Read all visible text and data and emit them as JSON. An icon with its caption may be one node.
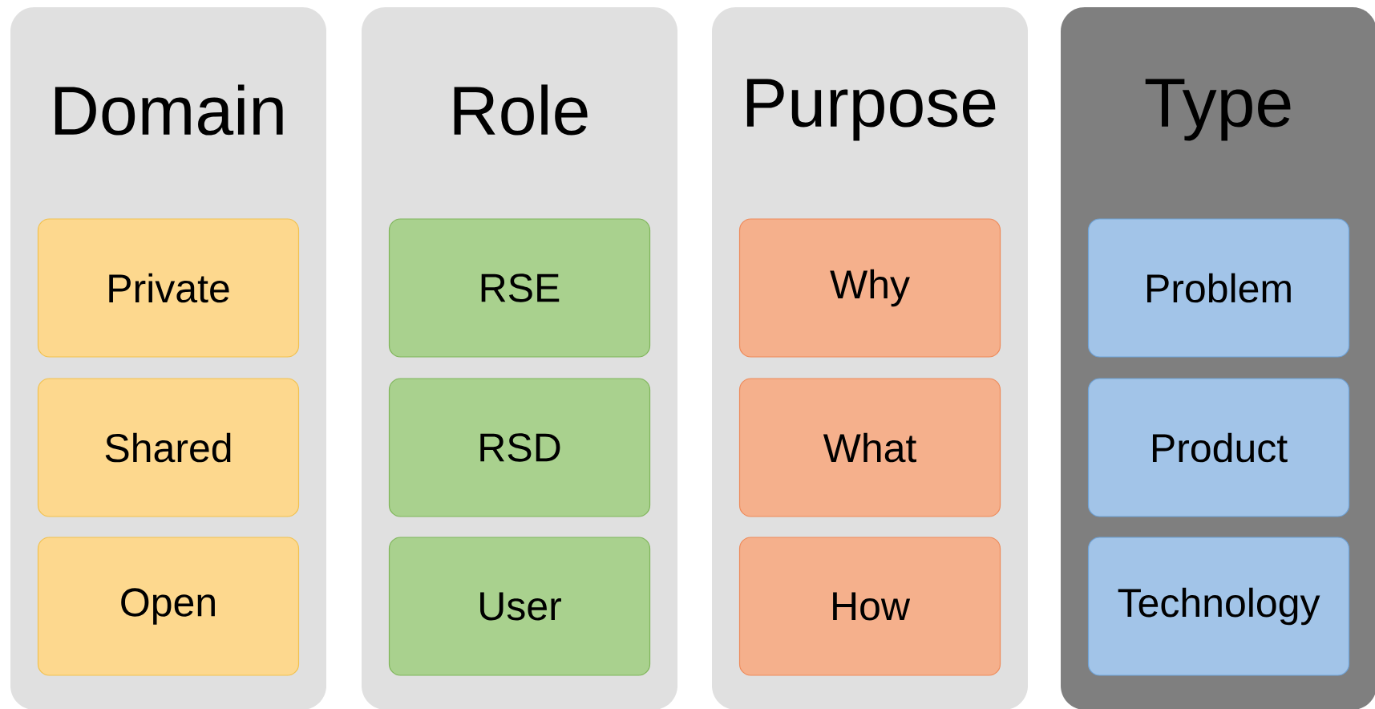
{
  "diagram": {
    "nodes": [
      {
        "text": [
          "Domain"
        ]
      },
      {
        "text": [
          "Private"
        ],
        "in": 0
      },
      {
        "text": [
          "Shared"
        ],
        "in": 0
      },
      {
        "text": [
          "Open"
        ],
        "in": 0
      },
      {
        "text": [
          "Role"
        ]
      },
      {
        "text": [
          "RSE"
        ],
        "in": 4
      },
      {
        "text": [
          "RSD"
        ],
        "in": 4
      },
      {
        "text": [
          "User"
        ],
        "in": 4
      },
      {
        "text": [
          "Purpose"
        ]
      },
      {
        "text": [
          "Why"
        ],
        "in": 8
      },
      {
        "text": [
          "What"
        ],
        "in": 8
      },
      {
        "text": [
          "How"
        ],
        "in": 8
      },
      {
        "text": [
          "Type"
        ]
      },
      {
        "text": [
          "Problem"
        ],
        "in": 12
      },
      {
        "text": [
          "Product"
        ],
        "in": 12
      },
      {
        "text": [
          "Technology"
        ],
        "in": 12
      }
    ]
  }
}
